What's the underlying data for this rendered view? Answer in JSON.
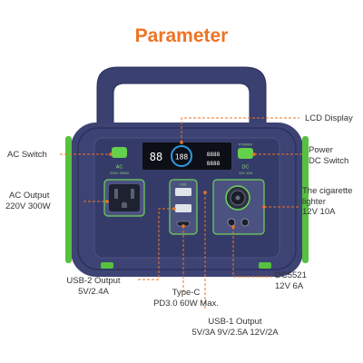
{
  "title": "Parameter",
  "colors": {
    "accent": "#ee7424",
    "body": "#3c4271",
    "green": "#56c13f"
  },
  "device": {
    "panel_ac": "AC",
    "panel_ac_sub": "220V 300W",
    "panel_power": "POWER",
    "panel_dc": "DC",
    "panel_dc_sub": "12V 10A",
    "display_left": "88",
    "display_center": "188",
    "display_right_top": "8888",
    "display_right_bottom": "8888"
  },
  "labels": {
    "lcd_display": "LCD Display",
    "ac_switch": "AC Switch",
    "power_dc_switch_1": "Power",
    "power_dc_switch_2": "DC Switch",
    "ac_output_1": "AC Output",
    "ac_output_2": "220V 300W",
    "cigarette_1": "The cigarette",
    "cigarette_2": "lighter",
    "cigarette_3": "12V 10A",
    "usb2_1": "USB-2 Output",
    "usb2_2": "5V/2.4A",
    "typec_1": "Type-C",
    "typec_2": "PD3.0 60W Max.",
    "dc5521_1": "DC5521",
    "dc5521_2": "12V 6A",
    "usb1_1": "USB-1 Output",
    "usb1_2": "5V/3A 9V/2.5A 12V/2A"
  }
}
